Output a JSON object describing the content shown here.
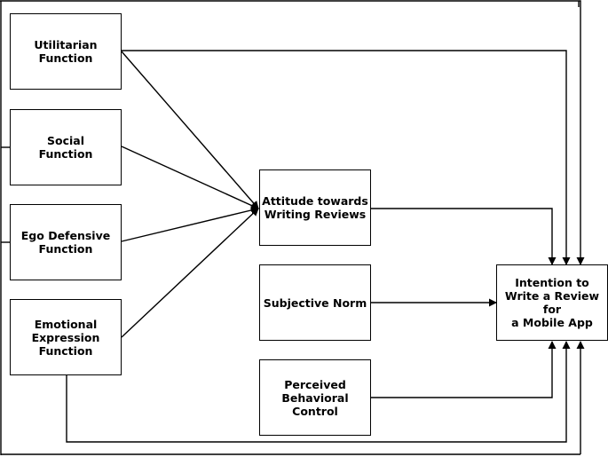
{
  "nodes": {
    "utilitarian": "Utilitarian\nFunction",
    "social": "Social\nFunction",
    "ego": "Ego Defensive\nFunction",
    "emotional": "Emotional\nExpression\nFunction",
    "attitude": "Attitude towards\nWriting Reviews",
    "norm": "Subjective Norm",
    "control": "Perceived\nBehavioral Control",
    "intention": "Intention to\nWrite a Review for\na Mobile App"
  },
  "colors": {
    "line": "#000000",
    "box_border": "#000000",
    "background": "#ffffff"
  }
}
